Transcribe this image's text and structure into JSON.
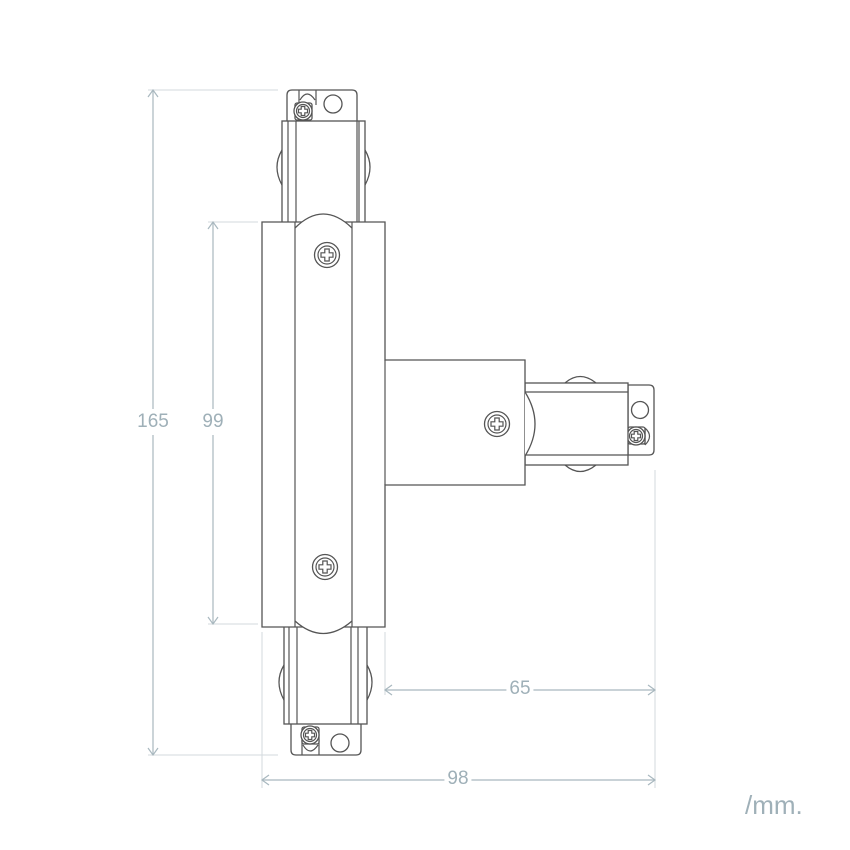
{
  "dimensions": {
    "total_height": "165",
    "body_height": "99",
    "arm_length": "65",
    "total_width": "98"
  },
  "unit": "/mm.",
  "colors": {
    "drawing": "#555555",
    "dimension": "#9fb0b8"
  }
}
